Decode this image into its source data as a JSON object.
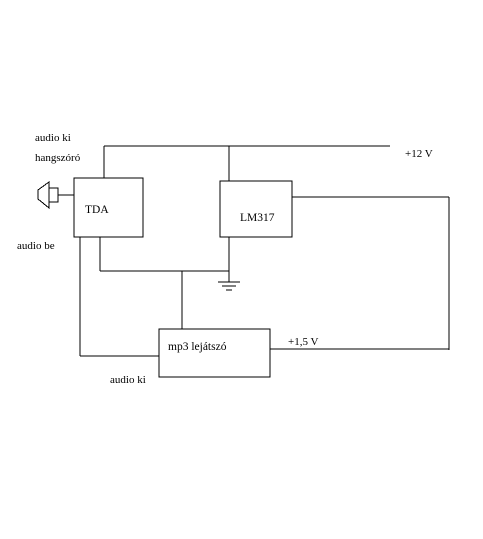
{
  "labels": {
    "audio_ki_top": "audio ki",
    "hangszoro": "hangszóró",
    "audio_be": "audio be",
    "audio_ki_bottom": "audio ki",
    "plus12v": "+12 V",
    "plus15v": "+1,5 V"
  },
  "blocks": {
    "tda": "TDA",
    "lm317": "LM317",
    "mp3": "mp3 lejátszó"
  }
}
